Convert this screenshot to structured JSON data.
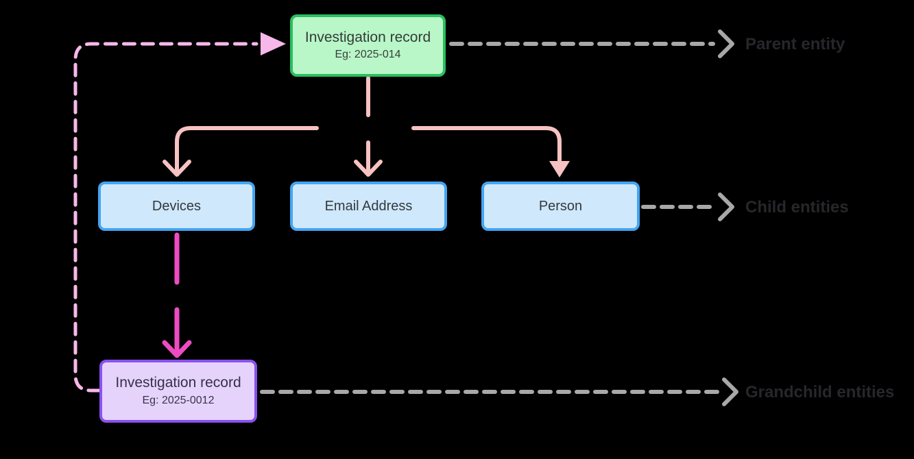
{
  "diagram": {
    "parent_box": {
      "title": "Investigation record",
      "subtitle": "Eg: 2025-014"
    },
    "child_boxes": [
      {
        "label": "Devices"
      },
      {
        "label": "Email Address"
      },
      {
        "label": "Person"
      }
    ],
    "grandchild_box": {
      "title": "Investigation record",
      "subtitle": "Eg: 2025-0012"
    },
    "annotations": {
      "parent": "Parent entity",
      "child": "Child entities",
      "grandchild": "Grandchild entities"
    },
    "colors": {
      "background": "#000000",
      "parent_box_fill": "#b9f6c8",
      "parent_box_border": "#29bf5f",
      "child_box_fill": "#cfe8fb",
      "child_box_border": "#44a5f3",
      "grandchild_box_fill": "#e5d3fb",
      "grandchild_box_border": "#8a50ee",
      "parent_to_child_connector": "#f7c2c2",
      "child_to_grandchild_connector": "#ee4bc2",
      "grandchild_to_parent_loop": "#f8b7e9",
      "annotation_arrow": "#a8a8a8",
      "annotation_text": "#27272b",
      "box_text": "#32393f"
    }
  }
}
